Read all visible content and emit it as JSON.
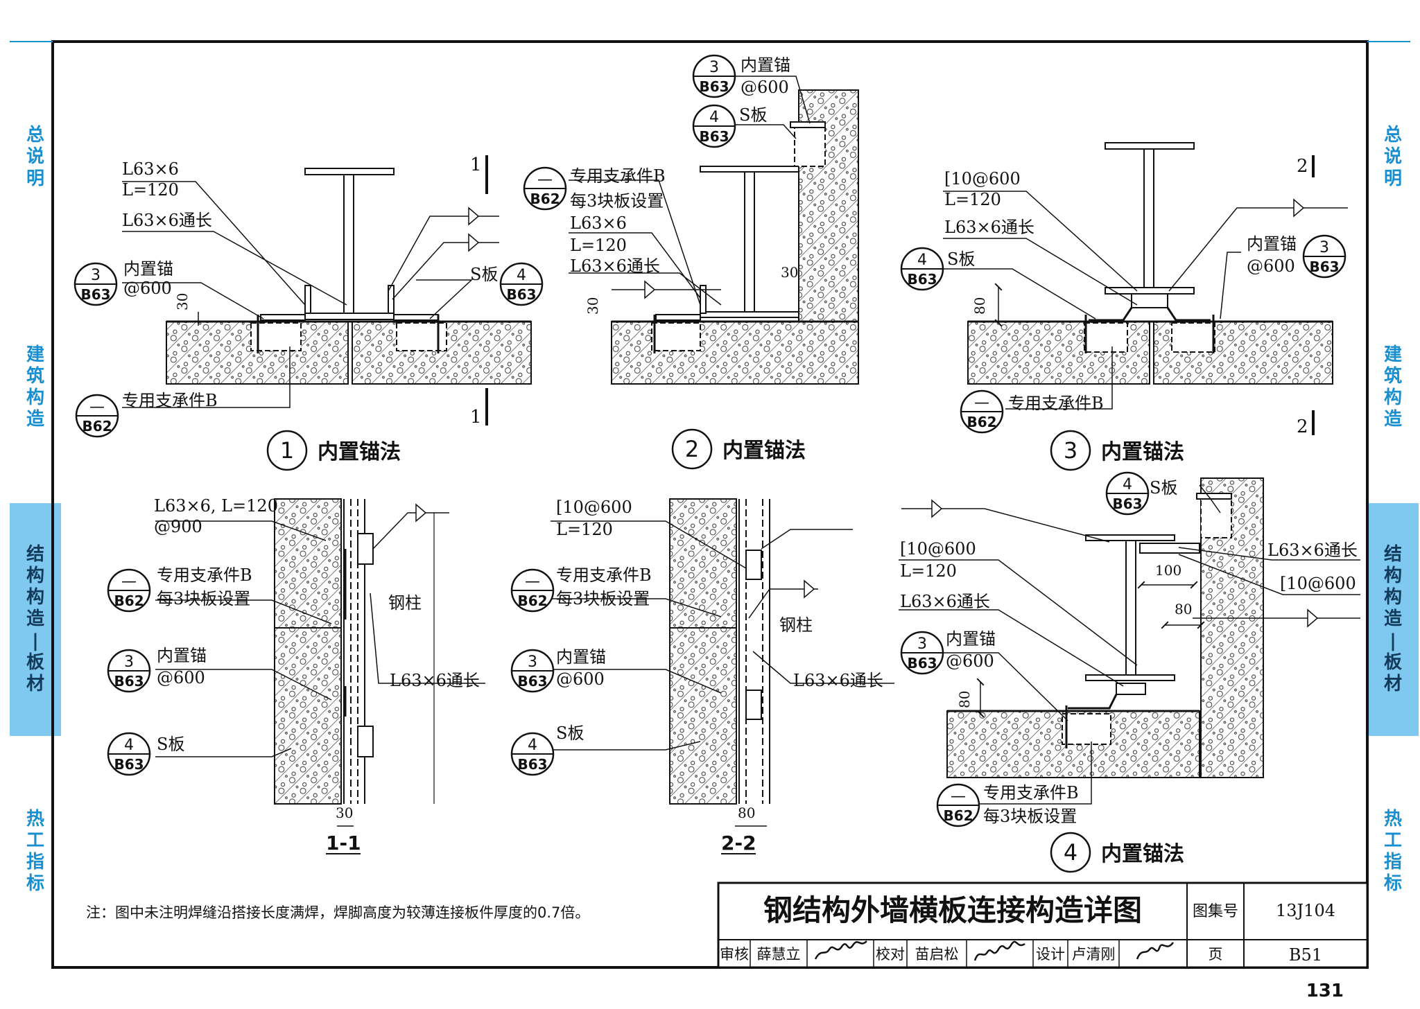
{
  "side_tabs": {
    "left": [
      {
        "label": "总说明",
        "active": false
      },
      {
        "label": "建筑构造",
        "active": false
      },
      {
        "label": "结构构造|板材",
        "active": true
      },
      {
        "label": "热工指标",
        "active": false
      }
    ],
    "right": [
      {
        "label": "总说明",
        "active": false
      },
      {
        "label": "建筑构造",
        "active": false
      },
      {
        "label": "结构构造|板材",
        "active": true
      },
      {
        "label": "热工指标",
        "active": false
      }
    ]
  },
  "details": {
    "d1": {
      "num": "1",
      "title": "内置锚法"
    },
    "d2": {
      "num": "2",
      "title": "内置锚法"
    },
    "d3": {
      "num": "3",
      "title": "内置锚法"
    },
    "d4": {
      "num": "4",
      "title": "内置锚法"
    }
  },
  "sections": {
    "s11": "1-1",
    "s22": "2-2",
    "mark1": "1",
    "mark2": "2"
  },
  "labels": {
    "angle_l63x6": "L63×6",
    "angle_l63x6_through": "L63×6通长",
    "l120": "L=120",
    "angle_l63x6_l120": "L63×6, L=120",
    "at900": "@900",
    "channel_c10": "[10@600",
    "anchor": "内置锚",
    "at600": "@600",
    "s_plate": "S板",
    "support_b": "专用支承件B",
    "every3": "每3块板设置",
    "steel_column": "钢柱",
    "ref_dash": "—",
    "ref_3": "3",
    "ref_4": "4",
    "ref_b62": "B62",
    "ref_b63": "B63",
    "dim_30": "30",
    "dim_80": "80",
    "dim_100": "100"
  },
  "note": "注：图中未注明焊缝沿搭接长度满焊，焊脚高度为较薄连接板件厚度的0.7倍。",
  "title_block": {
    "title": "钢结构外墙横板连接构造详图",
    "atlas_label": "图集号",
    "atlas_no": "13J104",
    "review_label": "审核",
    "reviewer": "薛慧立",
    "check_label": "校对",
    "checker": "苗启松",
    "design_label": "设计",
    "designer": "卢清刚",
    "page_label": "页",
    "page_no": "B51"
  },
  "page_number": "131",
  "colors": {
    "accent": "#1a8fd0",
    "active_tab": "#7fc8ef"
  }
}
